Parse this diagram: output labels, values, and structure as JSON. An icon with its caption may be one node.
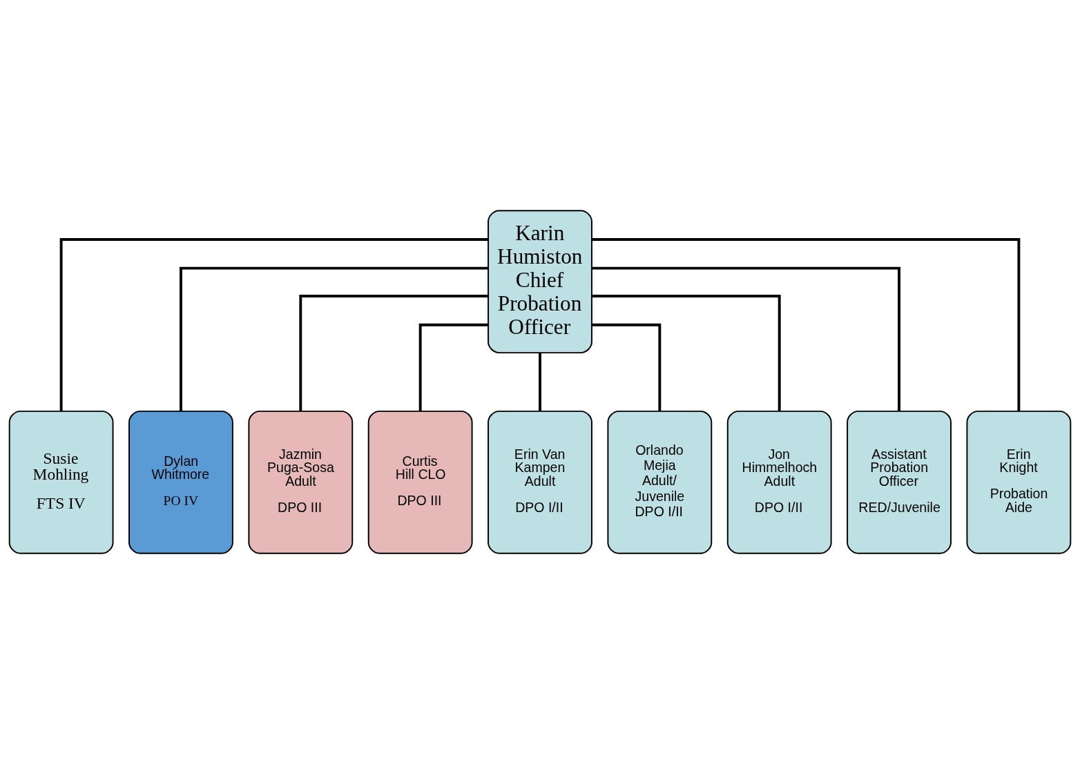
{
  "diagram": {
    "nodes": [
      {
        "text": [
          "Karin Humiston Chief Probation Officer"
        ]
      },
      {
        "text": [
          "Susie Mohling",
          "FTS IV"
        ]
      },
      {
        "text": [
          "Dylan Whitmore",
          "PO IV"
        ]
      },
      {
        "text": [
          "Jazmin Puga-Sosa Adult",
          "DPO III"
        ]
      },
      {
        "text": [
          "Curtis Hill CLO",
          "DPO III"
        ]
      },
      {
        "text": [
          "Erin Van Kampen Adult",
          "DPO I/II"
        ]
      },
      {
        "text": [
          "Orlando Mejia Adult/ Juvenile DPO I/II"
        ]
      },
      {
        "text": [
          "Jon Himmelhoch Adult",
          "DPO I/II"
        ]
      },
      {
        "text": [
          "Assistant Probation Officer",
          "RED/Juvenile"
        ]
      },
      {
        "text": [
          "Erin Knight",
          "Probation Aide"
        ]
      }
    ],
    "edges": [
      {
        "from": 0,
        "to": 1,
        "arrow": "none"
      },
      {
        "from": 0,
        "to": 2,
        "arrow": "none"
      },
      {
        "from": 0,
        "to": 3,
        "arrow": "none"
      },
      {
        "from": 0,
        "to": 4,
        "arrow": "none"
      },
      {
        "from": 0,
        "to": 5,
        "arrow": "none"
      },
      {
        "from": 0,
        "to": 6,
        "arrow": "none"
      },
      {
        "from": 0,
        "to": 7,
        "arrow": "none"
      },
      {
        "from": 0,
        "to": 8,
        "arrow": "none"
      },
      {
        "from": 0,
        "to": 9,
        "arrow": "none"
      }
    ]
  }
}
